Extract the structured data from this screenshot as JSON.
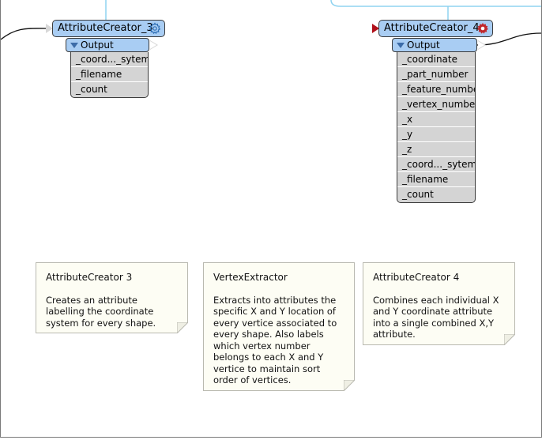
{
  "transformers": [
    {
      "id": "ac3",
      "name": "AttributeCreator_3",
      "gear_icon": "gear-outline-icon",
      "output_label": "Output",
      "attributes": [
        "_coord..._sytem",
        "_filename",
        "_count"
      ]
    },
    {
      "id": "ac4",
      "name": "AttributeCreator_4",
      "gear_icon": "gear-red-icon",
      "output_label": "Output",
      "attributes": [
        "_coordinate",
        "_part_number",
        "_feature_number",
        "_vertex_number",
        "_x",
        "_y",
        "_z",
        "_coord..._sytem",
        "_filename",
        "_count"
      ]
    }
  ],
  "annotations": [
    {
      "title": "AttributeCreator 3",
      "body": "Creates an attribute labelling the coordinate system for every shape."
    },
    {
      "title": "VertexExtractor",
      "body": "Extracts into attributes the specific X and  Y location of every vertice associated to every shape.  Also labels which vertex number belongs to each X and Y vertice to maintain sort order of vertices."
    },
    {
      "title": "AttributeCreator 4",
      "body": "Combines each individual X and Y coordinate attribute into a single combined X,Y attribute."
    }
  ],
  "colors": {
    "header_fill": "#a9cdf3",
    "attr_fill": "#d4d4d4",
    "note_fill": "#fdfdf4",
    "gear_red": "#c0282d",
    "input_port_red": "#b0101a"
  }
}
